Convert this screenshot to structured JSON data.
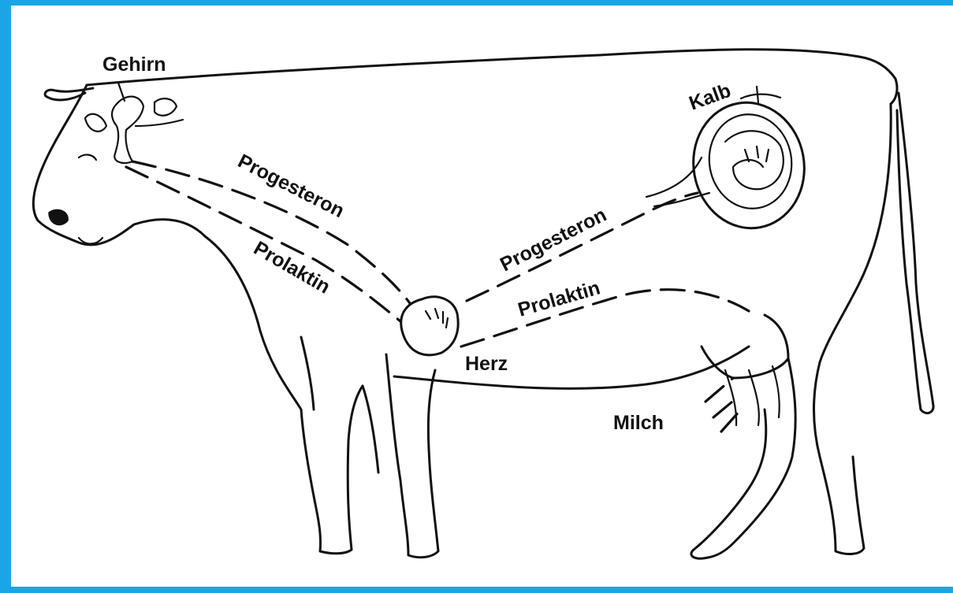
{
  "border_color": "#1aa6e6",
  "labels": {
    "gehirn": "Gehirn",
    "kalb": "Kalb",
    "progesteron_front": "Progesteron",
    "progesteron_back": "Progesteron",
    "prolaktin_front": "Prolaktin",
    "prolaktin_back": "Prolaktin",
    "herz": "Herz",
    "milch": "Milch"
  }
}
